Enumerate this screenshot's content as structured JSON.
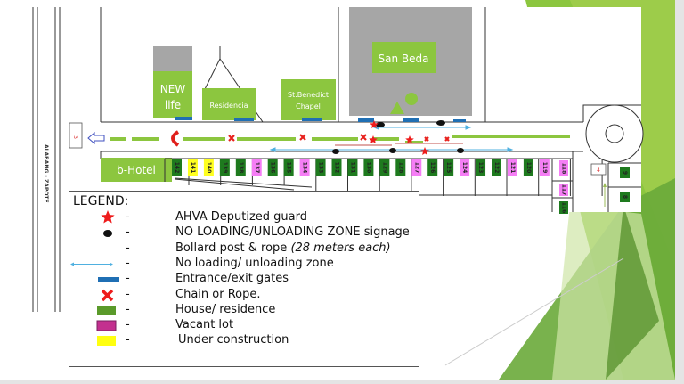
{
  "colors": {
    "house": "#1e7a1e",
    "vacant": "#f57ef5",
    "construction": "#ffff20",
    "building": "#8cc63f",
    "gray": "#a6a6a6",
    "gate": "#1f6fb4",
    "guard": "#ee1c1c",
    "rope": "#c0504d",
    "zone": "#4fb0e0"
  },
  "map": {
    "street_label": "ALABANG - ZAPOTE",
    "buildings": {
      "new_life": [
        "NEW",
        "life"
      ],
      "residencia": "Residencia",
      "chapel": [
        "St.Benedict",
        "Chapel"
      ],
      "san_beda": "San Beda",
      "b_hotel": "b-Hotel"
    },
    "gates": {
      "left": "3",
      "right": "4"
    },
    "lots": [
      {
        "n": "142",
        "s": "house"
      },
      {
        "n": "141",
        "s": "construction"
      },
      {
        "n": "140",
        "s": "construction"
      },
      {
        "n": "139",
        "s": "house"
      },
      {
        "n": "138",
        "s": "house"
      },
      {
        "n": "137",
        "s": "vacant"
      },
      {
        "n": "136",
        "s": "house"
      },
      {
        "n": "135",
        "s": "house"
      },
      {
        "n": "134",
        "s": "vacant"
      },
      {
        "n": "133",
        "s": "house"
      },
      {
        "n": "132",
        "s": "house"
      },
      {
        "n": "131",
        "s": "house"
      },
      {
        "n": "130",
        "s": "house"
      },
      {
        "n": "129",
        "s": "house"
      },
      {
        "n": "128",
        "s": "house"
      },
      {
        "n": "127",
        "s": "vacant"
      },
      {
        "n": "126",
        "s": "house"
      },
      {
        "n": "125",
        "s": "house"
      },
      {
        "n": "124",
        "s": "vacant"
      },
      {
        "n": "123",
        "s": "house"
      },
      {
        "n": "122",
        "s": "house"
      },
      {
        "n": "121",
        "s": "vacant"
      },
      {
        "n": "120",
        "s": "house"
      },
      {
        "n": "119",
        "s": "vacant"
      }
    ],
    "side_lots": [
      {
        "n": "118",
        "s": "vacant"
      },
      {
        "n": "117",
        "s": "vacant"
      },
      {
        "n": "116",
        "s": "house"
      }
    ],
    "right_lots": [
      {
        "n": "9",
        "s": "house"
      },
      {
        "n": "8",
        "s": "house"
      }
    ]
  },
  "legend": {
    "title": "LEGEND:",
    "dash": "-",
    "items": [
      {
        "icon": "star-icon",
        "text": "AHVA Deputized guard"
      },
      {
        "icon": "signage-icon",
        "text": "NO LOADING/UNLOADING ZONE signage"
      },
      {
        "icon": "rope-line-icon",
        "text": "Bollard post & rope ",
        "italic": "(28 meters each)"
      },
      {
        "icon": "double-arrow-icon",
        "text": "No loading/ unloading zone"
      },
      {
        "icon": "gate-bar-icon",
        "text": "Entrance/exit gates"
      },
      {
        "icon": "x-mark-icon",
        "text": "Chain or Rope."
      },
      {
        "icon": "house-swatch-icon",
        "text": "House/ residence"
      },
      {
        "icon": "vacant-swatch-icon",
        "text": "Vacant lot"
      },
      {
        "icon": "construction-swatch-icon",
        "text": "Under construction"
      }
    ]
  }
}
